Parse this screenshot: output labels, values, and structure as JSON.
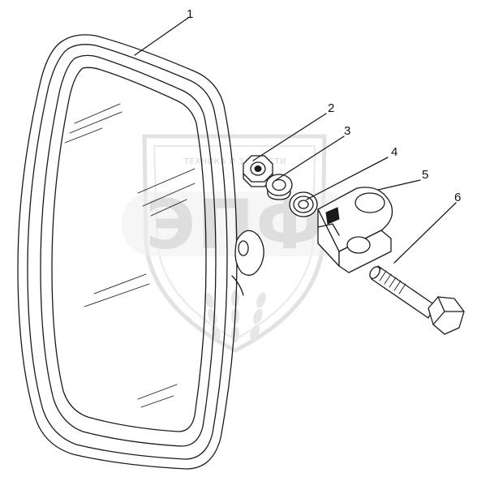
{
  "watermark": {
    "tagline": "ТЕХНИКА И ЗАПЧАСТИ",
    "logo_letters": "ЭПФ"
  },
  "callouts": [
    {
      "id": "1",
      "label": "1"
    },
    {
      "id": "2",
      "label": "2"
    },
    {
      "id": "3",
      "label": "3"
    },
    {
      "id": "4",
      "label": "4"
    },
    {
      "id": "5",
      "label": "5"
    },
    {
      "id": "6",
      "label": "6"
    }
  ],
  "parts": [
    {
      "callout": "1",
      "part": "mirror-assembly"
    },
    {
      "callout": "2",
      "part": "hex-nut"
    },
    {
      "callout": "3",
      "part": "spring-washer"
    },
    {
      "callout": "4",
      "part": "flat-washer"
    },
    {
      "callout": "5",
      "part": "clamp-bracket"
    },
    {
      "callout": "6",
      "part": "hex-bolt"
    }
  ],
  "colors": {
    "line": "#1a1a1a",
    "watermark": "#d9d9d9",
    "background": "#ffffff"
  }
}
